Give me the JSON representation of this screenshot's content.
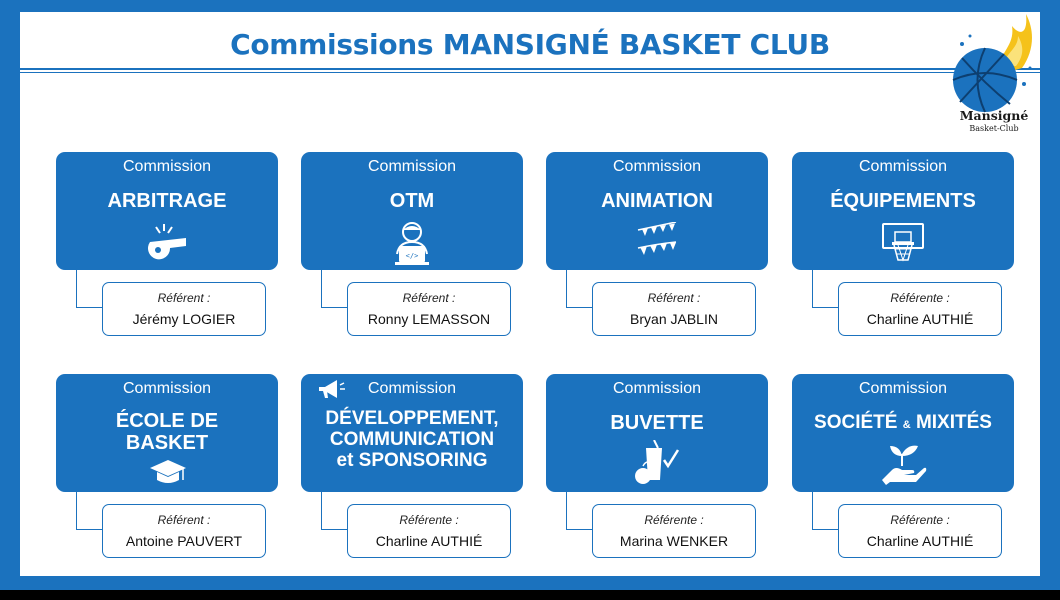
{
  "title": "Commissions MANSIGNÉ BASKET CLUB",
  "logo": {
    "name": "Mansigné",
    "subtitle": "Basket-Club"
  },
  "colors": {
    "brand_blue": "#1b72be",
    "panel": "#ffffff",
    "logo_flame": "#f5c21a"
  },
  "commissions": [
    {
      "kicker": "Commission",
      "name_lines": [
        "ARBITRAGE"
      ],
      "icon": "whistle-icon",
      "ref_label": "Référent :",
      "ref_name": "Jérémy LOGIER"
    },
    {
      "kicker": "Commission",
      "name_lines": [
        "OTM"
      ],
      "icon": "operator-laptop-icon",
      "ref_label": "Référent :",
      "ref_name": "Ronny LEMASSON"
    },
    {
      "kicker": "Commission",
      "name_lines": [
        "ANIMATION"
      ],
      "icon": "bunting-icon",
      "ref_label": "Référent :",
      "ref_name": "Bryan JABLIN"
    },
    {
      "kicker": "Commission",
      "name_lines": [
        "ÉQUIPEMENTS"
      ],
      "icon": "basket-hoop-icon",
      "ref_label": "Référente :",
      "ref_name": "Charline AUTHIÉ"
    },
    {
      "kicker": "Commission",
      "name_lines": [
        "ÉCOLE DE",
        "BASKET"
      ],
      "icon": "graduation-cap-icon",
      "ref_label": "Référent :",
      "ref_name": "Antoine PAUVERT"
    },
    {
      "kicker": "Commission",
      "name_lines": [
        "DÉVELOPPEMENT,",
        "COMMUNICATION",
        "et SPONSORING"
      ],
      "icon": "megaphone-icon",
      "ref_label": "Référente :",
      "ref_name": "Charline AUTHIÉ"
    },
    {
      "kicker": "Commission",
      "name_lines": [
        "BUVETTE"
      ],
      "icon": "drink-apple-icon",
      "ref_label": "Référente :",
      "ref_name": "Marina WENKER"
    },
    {
      "kicker": "Commission",
      "name_parts": [
        "SOCIÉTÉ",
        "&",
        "MIXITÉS"
      ],
      "icon": "hand-sprout-icon",
      "ref_label": "Référente :",
      "ref_name": "Charline AUTHIÉ"
    }
  ]
}
